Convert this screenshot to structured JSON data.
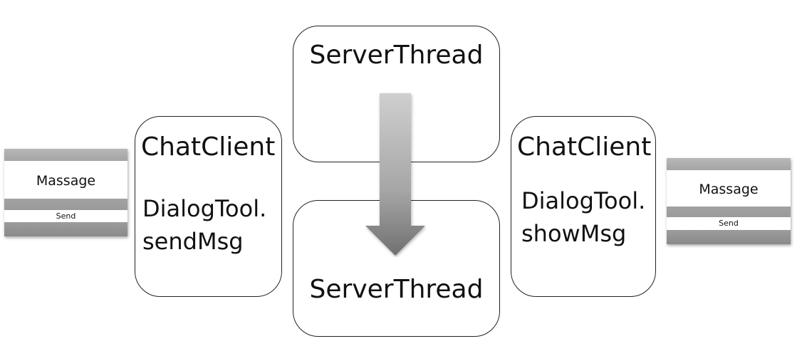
{
  "dialogs": {
    "left": {
      "message": "Massage",
      "send": "Send"
    },
    "right": {
      "message": "Massage",
      "send": "Send"
    }
  },
  "clients": {
    "left": {
      "title": "ChatClient",
      "call_line1": "DialogTool.",
      "call_line2": "sendMsg"
    },
    "right": {
      "title": "ChatClient",
      "call_line1": "DialogTool.",
      "call_line2": "showMsg"
    }
  },
  "servers": {
    "top": {
      "title": "ServerThread"
    },
    "bottom": {
      "title": "ServerThread"
    }
  },
  "colors": {
    "border": "#222222",
    "arrow_light": "#c8c8c8",
    "arrow_dark": "#6e6e6e",
    "dialog_bar": "#a8a8a8"
  },
  "icons": {
    "arrow": "down-arrow"
  }
}
